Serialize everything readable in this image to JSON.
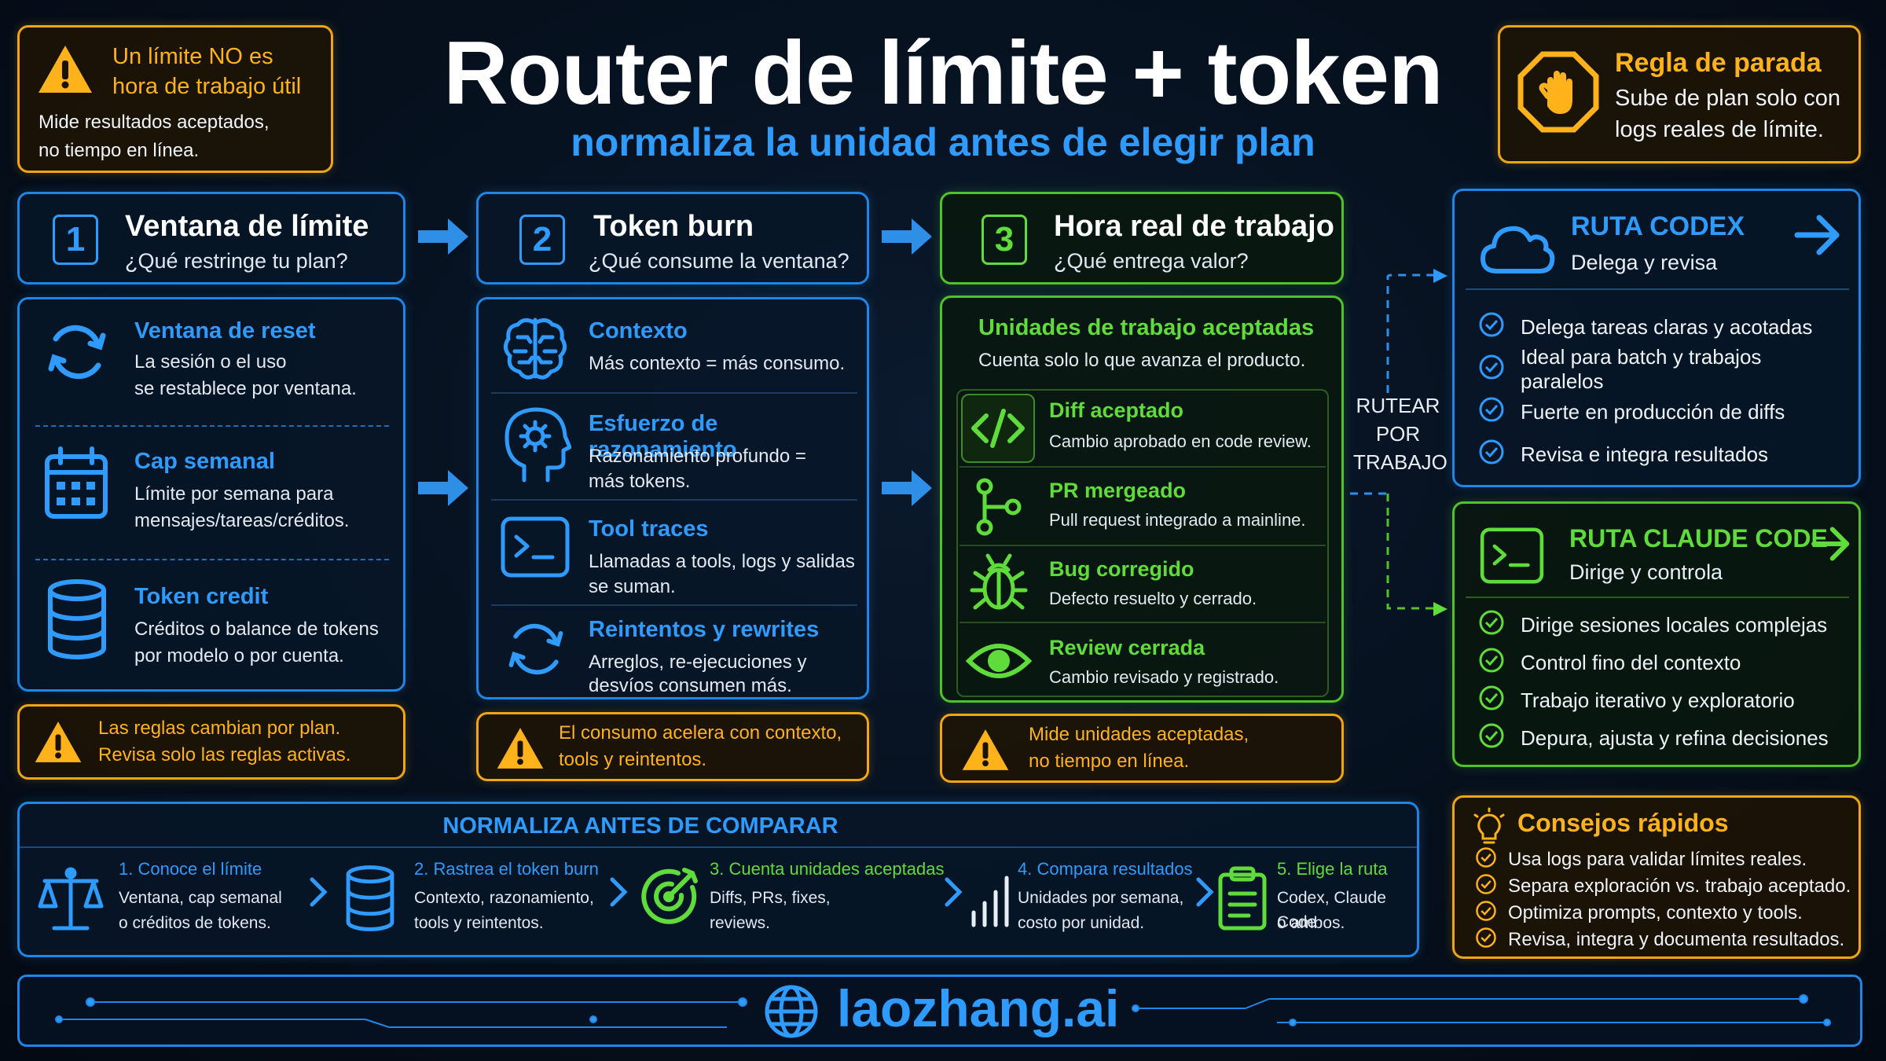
{
  "title": "Router de límite + token",
  "subtitle": "normaliza la unidad antes de elegir plan",
  "warning_top": {
    "title_line1": "Un límite NO es",
    "title_line2": "hora de trabajo útil",
    "body_line1": "Mide resultados aceptados,",
    "body_line2": "no tiempo en línea."
  },
  "stop_rule": {
    "title": "Regla de parada",
    "body_line1": "Sube de plan solo con",
    "body_line2": "logs reales de límite."
  },
  "steps": [
    {
      "num": "1",
      "title": "Ventana de límite",
      "question": "¿Qué restringe tu plan?",
      "items": [
        {
          "icon": "refresh-icon",
          "title": "Ventana de reset",
          "body1": "La sesión o el uso",
          "body2": "se restablece por ventana."
        },
        {
          "icon": "calendar-icon",
          "title": "Cap semanal",
          "body1": "Límite por semana para",
          "body2": "mensajes/tareas/créditos."
        },
        {
          "icon": "database-icon",
          "title": "Token credit",
          "body1": "Créditos o balance de tokens",
          "body2": "por modelo o por cuenta."
        }
      ],
      "warning1": "Las reglas cambian por plan.",
      "warning2": "Revisa solo las reglas activas."
    },
    {
      "num": "2",
      "title": "Token burn",
      "question": "¿Qué consume la ventana?",
      "items": [
        {
          "icon": "brain-icon",
          "title": "Contexto",
          "body1": "Más contexto = más consumo.",
          "body2": ""
        },
        {
          "icon": "head-gear-icon",
          "title": "Esfuerzo de razonamiento",
          "body1": "Razonamiento profundo =",
          "body2": "más tokens."
        },
        {
          "icon": "terminal-icon",
          "title": "Tool traces",
          "body1": "Llamadas a tools, logs y salidas",
          "body2": "se suman."
        },
        {
          "icon": "retry-icon",
          "title": "Reintentos y rewrites",
          "body1": "Arreglos, re-ejecuciones y",
          "body2": "desvíos consumen más."
        }
      ],
      "warning1": "El consumo acelera con contexto,",
      "warning2": "tools y reintentos."
    },
    {
      "num": "3",
      "title": "Hora real de trabajo",
      "question": "¿Qué entrega valor?",
      "units_title": "Unidades de trabajo aceptadas",
      "units_sub": "Cuenta solo lo que avanza el producto.",
      "items": [
        {
          "icon": "code-icon",
          "title": "Diff aceptado",
          "body1": "Cambio aprobado en code review."
        },
        {
          "icon": "merge-icon",
          "title": "PR mergeado",
          "body1": "Pull request integrado a mainline."
        },
        {
          "icon": "bug-icon",
          "title": "Bug corregido",
          "body1": "Defecto resuelto y cerrado."
        },
        {
          "icon": "eye-icon",
          "title": "Review cerrada",
          "body1": "Cambio revisado y registrado."
        }
      ],
      "warning1": "Mide unidades aceptadas,",
      "warning2": "no tiempo en línea."
    }
  ],
  "router_label": [
    "RUTEAR",
    "POR",
    "TRABAJO"
  ],
  "route_codex": {
    "title": "RUTA CODEX",
    "sub": "Delega y revisa",
    "items": [
      "Delega tareas claras y acotadas",
      "Ideal para batch y trabajos paralelos",
      "Fuerte en producción de diffs",
      "Revisa e integra resultados"
    ]
  },
  "route_claude": {
    "title": "RUTA CLAUDE CODE",
    "sub": "Dirige y controla",
    "items": [
      "Dirige sesiones locales complejas",
      "Control fino del contexto",
      "Trabajo iterativo y exploratorio",
      "Depura, ajusta y refina decisiones"
    ]
  },
  "normalize": {
    "title": "NORMALIZA ANTES DE COMPARAR",
    "steps": [
      {
        "icon": "scale-icon",
        "title": "1. Conoce el límite",
        "body1": "Ventana, cap semanal",
        "body2": "o créditos de tokens.",
        "color": "#2f9bff"
      },
      {
        "icon": "database-icon",
        "title": "2. Rastrea el token burn",
        "body1": "Contexto, razonamiento,",
        "body2": "tools y reintentos.",
        "color": "#2f9bff"
      },
      {
        "icon": "target-icon",
        "title": "3. Cuenta unidades aceptadas",
        "body1": "Diffs, PRs, fixes,",
        "body2": "reviews.",
        "color": "#5fdc3c"
      },
      {
        "icon": "bars-icon",
        "title": "4. Compara resultados",
        "body1": "Unidades por semana,",
        "body2": "costo por unidad.",
        "color": "#2f9bff"
      },
      {
        "icon": "clipboard-icon",
        "title": "5. Elige la ruta",
        "body1": "Codex, Claude Code",
        "body2": "o ambos.",
        "color": "#5fdc3c"
      }
    ]
  },
  "tips": {
    "title": "Consejos rápidos",
    "items": [
      "Usa logs para validar límites reales.",
      "Separa exploración vs. trabajo aceptado.",
      "Optimiza prompts, contexto y tools.",
      "Revisa, integra y documenta resultados."
    ]
  },
  "footer_brand": "laozhang.ai",
  "colors": {
    "blue": "#2f9bff",
    "green": "#5fdc3c",
    "amber": "#ffb21a",
    "background": "#06101d"
  }
}
